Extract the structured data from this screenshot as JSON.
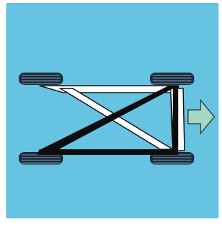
{
  "diagram": {
    "colors": {
      "background": "#66c3e1",
      "frame_fill": "#ffffff",
      "frame_outline": "#111111",
      "brace_dark": "#0d0d0d",
      "tyre": "#1a2a3a",
      "tyre_tread": "#6f8aa0",
      "arrow_fill": "#a8d6c4",
      "arrow_outline": "#2c4a3e"
    },
    "wheels": [
      {
        "id": "rear-top"
      },
      {
        "id": "front-top"
      },
      {
        "id": "rear-bottom"
      },
      {
        "id": "front-bottom"
      }
    ],
    "arrow": {
      "direction": "right",
      "icon": "right-arrow-icon"
    }
  }
}
